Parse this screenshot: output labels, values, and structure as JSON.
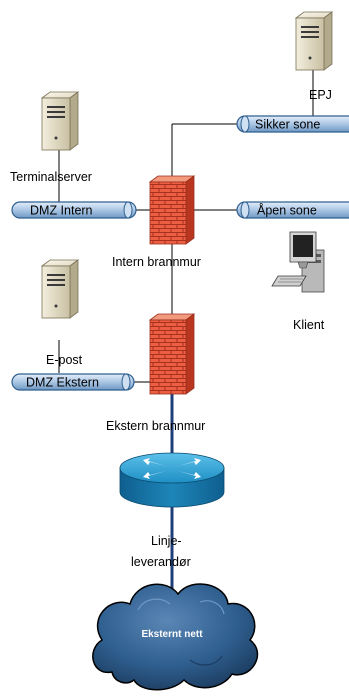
{
  "nodes": {
    "epj": "EPJ",
    "terminal_server": "Terminalserver",
    "internal_firewall": "Intern brannmur",
    "client": "Klient",
    "email": "E-post",
    "external_firewall": "Ekstern brannmur",
    "isp_line1": "Linje-",
    "isp_line2": "leverandør",
    "external_net": "Eksternt nett"
  },
  "segments": {
    "secure_zone": "Sikker sone",
    "dmz_internal": "DMZ Intern",
    "open_zone": "Åpen sone",
    "dmz_external": "DMZ Ekstern"
  },
  "colors": {
    "segment_fill": "#b5cde6",
    "segment_stroke": "#2f5f8f",
    "firewall": "#e8513a",
    "router": "#1f8fc4",
    "cloud": "#2e5b8c",
    "uplink": "#1f3f7a"
  }
}
